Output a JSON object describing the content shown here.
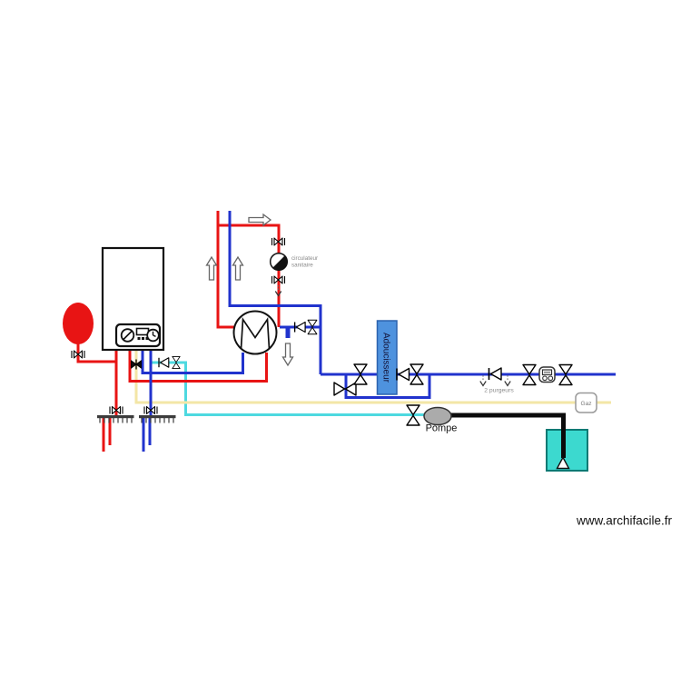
{
  "diagram": {
    "watermark": "www.archifacile.fr",
    "labels": {
      "circulator_line1": "circulateur",
      "circulator_line2": "sanitaire",
      "softener": "Adoucisseur",
      "bleeders": "2 purgeurs",
      "gas": "Gaz",
      "pump": "Pompe"
    },
    "colors": {
      "hot_pipe": "#e81414",
      "cold_pipe": "#2133cd",
      "rain_pipe": "#4ed9e0",
      "gas_pipe": "#f3e6a6",
      "suction_pipe": "#0b0b0b",
      "tank_fill": "#3cd9cf",
      "tank_border": "#0d7a74",
      "softener_fill": "#4e92de",
      "softener_border": "#2b62ae",
      "pump_fill": "#ababab",
      "vessel_fill": "#e81414",
      "label_gray": "#8a8a8a"
    },
    "icons": [
      "boiler",
      "boiler-control-panel",
      "expansion-vessel",
      "plate-heat-exchanger",
      "circulator-pump",
      "shutoff-valve",
      "check-valve",
      "gas-valve",
      "bracket-valve",
      "water-softener",
      "water-meter",
      "gas-connection-box",
      "transfer-pump",
      "storage-tank",
      "heating-manifold",
      "flow-arrow",
      "air-bleeder"
    ]
  }
}
